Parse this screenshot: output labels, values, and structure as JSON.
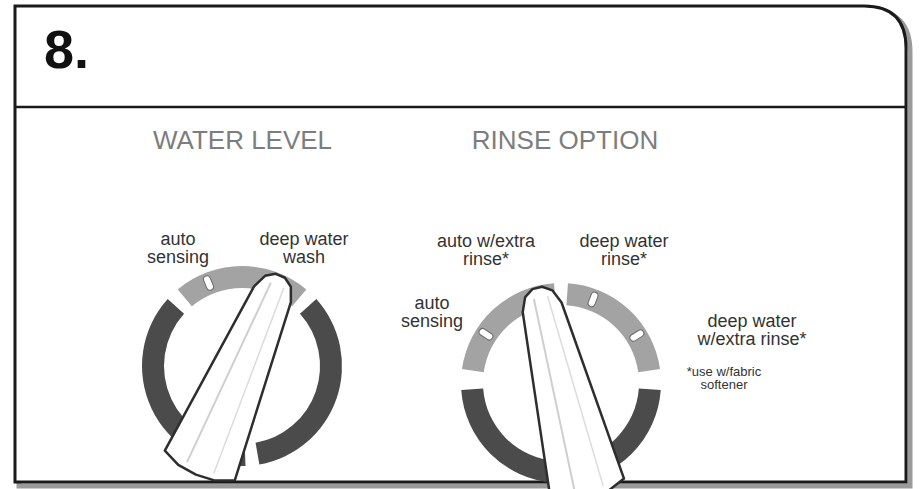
{
  "diagram": {
    "title": "8.",
    "labels": [
      "WATER LEVEL",
      "RINSE OPTION",
      "auto sensing",
      "deep water wash",
      "auto w/extra rinse*",
      "deep water rinse*",
      "auto sensing",
      "deep water w/extra rinse*",
      "*use w/fabric softener"
    ]
  }
}
